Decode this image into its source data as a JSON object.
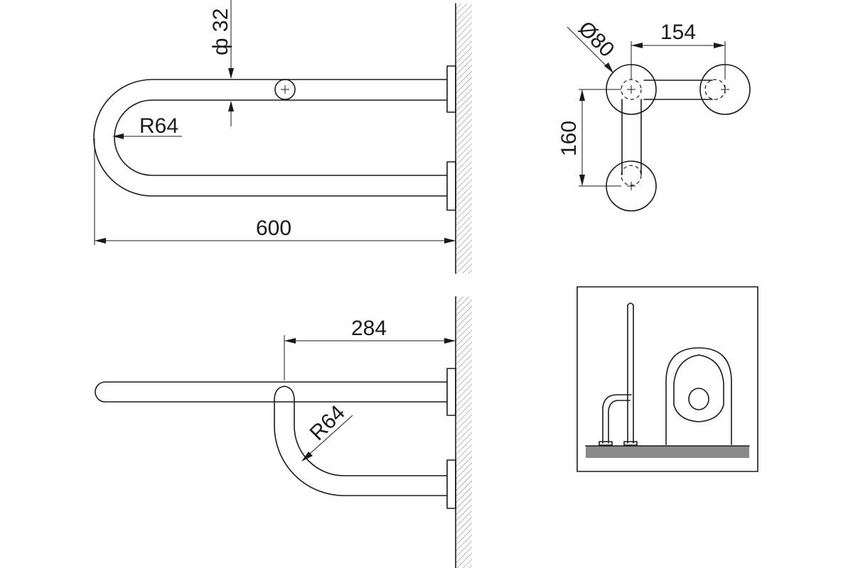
{
  "dimensions": {
    "tube_diameter": "ф 32",
    "bend_radius_top": "R64",
    "length": "600",
    "flange_diameter": "Ø80",
    "flange_spacing_horizontal": "154",
    "flange_spacing_vertical": "160",
    "projection": "284",
    "bend_radius_side": "R64"
  },
  "colors": {
    "line": "#1a1a1a",
    "background": "#ffffff",
    "floor": "#8a8a8a"
  }
}
